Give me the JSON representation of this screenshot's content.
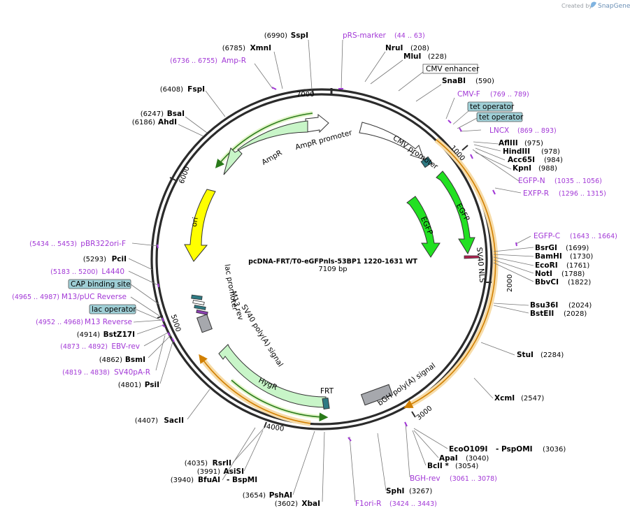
{
  "credit": {
    "prefix": "Created by",
    "brand": "SnapGene"
  },
  "plasmid": {
    "name": "pcDNA-FRT/T0-eGFPnls-53BP1 1220-1631 WT",
    "size_label": "7109 bp",
    "length": 7109
  },
  "ticks": [
    {
      "label": "1000",
      "pos": 1000
    },
    {
      "label": "2000",
      "pos": 2000
    },
    {
      "label": "3000",
      "pos": 3000
    },
    {
      "label": "4000",
      "pos": 4000
    },
    {
      "label": "5000",
      "pos": 5000
    },
    {
      "label": "6000",
      "pos": 6000
    },
    {
      "label": "7000",
      "pos": 7000
    }
  ],
  "sites": [
    {
      "name": "SspI",
      "pos_text": "(6990)"
    },
    {
      "name": "NruI",
      "pos_text": "(208)"
    },
    {
      "name": "MluI",
      "pos_text": "(228)"
    },
    {
      "name": "XmnI",
      "pos_text": "(6785)"
    },
    {
      "name": "SnaBI",
      "pos_text": "(590)"
    },
    {
      "name": "FspI",
      "pos_text": "(6408)"
    },
    {
      "name": "BsaI",
      "pos_text": "(6247)"
    },
    {
      "name": "AhdI",
      "pos_text": "(6186)"
    },
    {
      "name": "AflIII",
      "pos_text": "(975)"
    },
    {
      "name": "HindIII",
      "pos_text": "(978)"
    },
    {
      "name": "Acc65I",
      "pos_text": "(984)"
    },
    {
      "name": "KpnI",
      "pos_text": "(988)"
    },
    {
      "name": "BsrGI",
      "pos_text": "(1699)"
    },
    {
      "name": "BamHI",
      "pos_text": "(1730)"
    },
    {
      "name": "EcoRI",
      "pos_text": "(1761)"
    },
    {
      "name": "NotI",
      "pos_text": "(1788)"
    },
    {
      "name": "BbvCI",
      "pos_text": "(1822)"
    },
    {
      "name": "PciI",
      "pos_text": "(5293)"
    },
    {
      "name": "Bsu36I",
      "pos_text": "(2024)"
    },
    {
      "name": "BstEII",
      "pos_text": "(2028)"
    },
    {
      "name": "BstZ17I",
      "pos_text": "(4914)"
    },
    {
      "name": "BsmI",
      "pos_text": "(4862)"
    },
    {
      "name": "StuI",
      "pos_text": "(2284)"
    },
    {
      "name": "PsiI",
      "pos_text": "(4801)"
    },
    {
      "name": "XcmI",
      "pos_text": "(2547)"
    },
    {
      "name": "SacII",
      "pos_text": "(4407)"
    },
    {
      "name": "EcoO109I",
      "pos_text": "(3036)"
    },
    {
      "name": "- PspOMI",
      "pos_text": "(3036)"
    },
    {
      "name": "ApaI",
      "pos_text": "(3040)"
    },
    {
      "name": "BclI *",
      "pos_text": "(3054)"
    },
    {
      "name": "RsrII",
      "pos_text": "(4035)"
    },
    {
      "name": "AsiSI",
      "pos_text": "(3991)"
    },
    {
      "name": "BfuAI",
      "pos_text": "(3940)"
    },
    {
      "name": "- BspMI",
      "pos_text": "(3940)"
    },
    {
      "name": "SphI",
      "pos_text": "(3267)"
    },
    {
      "name": "PshAI",
      "pos_text": "(3654)"
    },
    {
      "name": "XbaI",
      "pos_text": "(3602)"
    }
  ],
  "primers": [
    {
      "name": "pRS-marker",
      "range": "(44 .. 63)"
    },
    {
      "name": "Amp-R",
      "range": "(6736 .. 6755)"
    },
    {
      "name": "CMV-F",
      "range": "(769 .. 789)"
    },
    {
      "name": "LNCX",
      "range": "(869 .. 893)"
    },
    {
      "name": "EGFP-N",
      "range": "(1035 .. 1056)"
    },
    {
      "name": "EXFP-R",
      "range": "(1296 .. 1315)"
    },
    {
      "name": "EGFP-C",
      "range": "(1643 .. 1664)"
    },
    {
      "name": "pBR322ori-F",
      "range": "(5434 .. 5453)"
    },
    {
      "name": "L4440",
      "range": "(5183 .. 5200)"
    },
    {
      "name": "M13/pUC Reverse",
      "range": "(4965 .. 4987)"
    },
    {
      "name": "M13 Reverse",
      "range": "(4952 .. 4968)"
    },
    {
      "name": "EBV-rev",
      "range": "(4873 .. 4892)"
    },
    {
      "name": "SV40pA-R",
      "range": "(4819 .. 4838)"
    },
    {
      "name": "BGH-rev",
      "range": "(3061 .. 3078)"
    },
    {
      "name": "F1ori-R",
      "range": "(3424 .. 3443)"
    }
  ],
  "boxed_features": [
    {
      "name": "CMV enhancer",
      "color": "#ffffff"
    },
    {
      "name": "tet operator",
      "color": "#9fcfd6"
    },
    {
      "name": "tet operator",
      "color": "#9fcfd6"
    },
    {
      "name": "CAP binding site",
      "color": "#9fcfd6"
    },
    {
      "name": "lac operator",
      "color": "#9fcfd6"
    }
  ],
  "features": [
    {
      "name": "AmpR promoter"
    },
    {
      "name": "AmpR"
    },
    {
      "name": "CMV promoter"
    },
    {
      "name": "EGFP"
    },
    {
      "name": "EGFP"
    },
    {
      "name": "SV40 NLS"
    },
    {
      "name": "ori"
    },
    {
      "name": "lac promoter"
    },
    {
      "name": "M13 rev"
    },
    {
      "name": "SV40 poly(A) signal"
    },
    {
      "name": "HygR"
    },
    {
      "name": "FRT"
    },
    {
      "name": "bGH poly(A) signal"
    }
  ],
  "colors": {
    "backbone": "#2b2b2b",
    "primer": "#a238d6",
    "orf_highlight": "#f0c27a",
    "orf_line": "#d17f00",
    "egfp": "#22e022",
    "resistance": "#c8f5c8",
    "ori": "#ffff00",
    "operator": "#9fcfd6",
    "feature_gray": "#a6a8ad",
    "site_teal": "#2e7a83"
  }
}
